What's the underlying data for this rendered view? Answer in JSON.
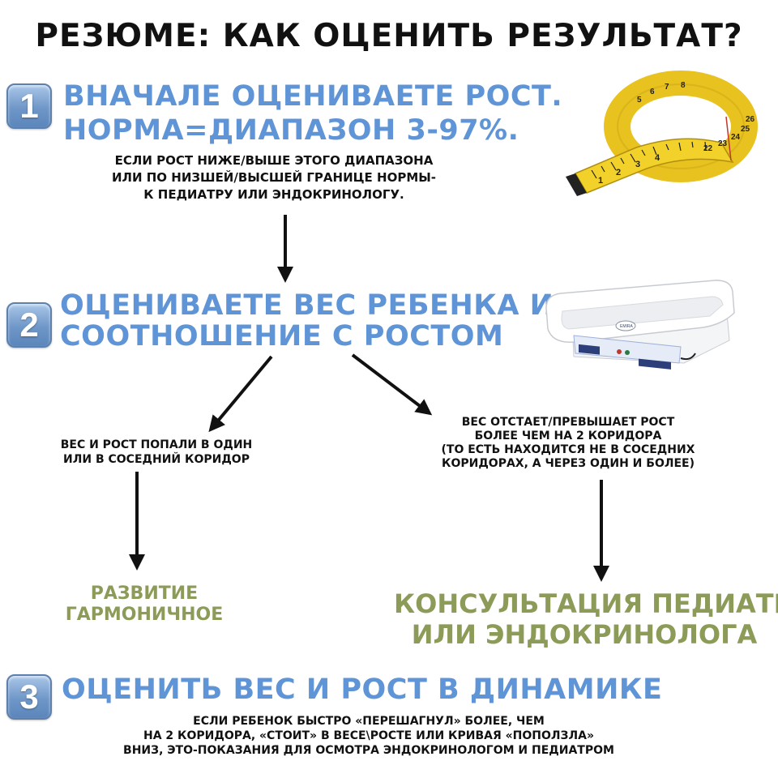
{
  "title": "РЕЗЮМЕ: КАК ОЦЕНИТЬ РЕЗУЛЬТАТ?",
  "step1": {
    "number": "1",
    "heading_line1": "ВНАЧАЛЕ ОЦЕНИВАЕТЕ РОСТ.",
    "heading_line2": "НОРМА=ДИАПАЗОН 3-97%.",
    "note_line1": "ЕСЛИ РОСТ НИЖЕ/ВЫШЕ ЭТОГО ДИАПАЗОНА",
    "note_line2": "ИЛИ ПО НИЗШЕЙ/ВЫСШЕЙ ГРАНИЦЕ НОРМЫ-",
    "note_line3": "К ПЕДИАТРУ ИЛИ ЭНДОКРИНОЛОГУ."
  },
  "step2": {
    "number": "2",
    "heading_line1": "ОЦЕНИВАЕТЕ ВЕС РЕБЕНКА И",
    "heading_line2": "СООТНОШЕНИЕ С РОСТОМ",
    "left_line1": "ВЕС И РОСТ ПОПАЛИ В ОДИН",
    "left_line2": "ИЛИ В СОСЕДНИЙ КОРИДОР",
    "right_line1": "ВЕС ОТСТАЕТ/ПРЕВЫШАЕТ РОСТ",
    "right_line2": "БОЛЕЕ ЧЕМ НА 2 КОРИДОРА",
    "right_line3": "(ТО ЕСТЬ НАХОДИТСЯ НЕ В СОСЕДНИХ",
    "right_line4": "КОРИДОРАХ, А ЧЕРЕЗ ОДИН И БОЛЕЕ)",
    "left_result_line1": "РАЗВИТИЕ",
    "left_result_line2": "ГАРМОНИЧНОЕ",
    "right_result_line1": "КОНСУЛЬТАЦИЯ ПЕДИАТРА",
    "right_result_line2": "ИЛИ ЭНДОКРИНОЛОГА"
  },
  "step3": {
    "number": "3",
    "heading": "ОЦЕНИТЬ ВЕС И РОСТ В ДИНАМИКЕ",
    "note_line1": "ЕСЛИ РЕБЕНОК БЫСТРО «ПЕРЕШАГНУЛ» БОЛЕЕ, ЧЕМ",
    "note_line2": "НА 2 КОРИДОРА, «СТОИТ» В ВЕСЕ\\РОСТЕ ИЛИ КРИВАЯ «ПОПОЛЗЛА»",
    "note_line3": "ВНИЗ, ЭТО-ПОКАЗАНИЯ ДЛЯ ОСМОТРА ЭНДОКРИНОЛОГОМ И ПЕДИАТРОМ"
  },
  "tape_numbers": [
    "1",
    "2",
    "3",
    "4",
    "5",
    "6",
    "7",
    "8",
    "22",
    "23",
    "24",
    "25",
    "26"
  ],
  "scale_brand": "EMIRA",
  "colors": {
    "heading_blue": "#5f95d6",
    "result_green": "#8c9b57",
    "badge_blue": "#6f97c8",
    "tape_yellow": "#f2d12a"
  },
  "icons": [
    "measuring-tape-icon",
    "baby-scale-icon",
    "arrow-down-icon"
  ]
}
